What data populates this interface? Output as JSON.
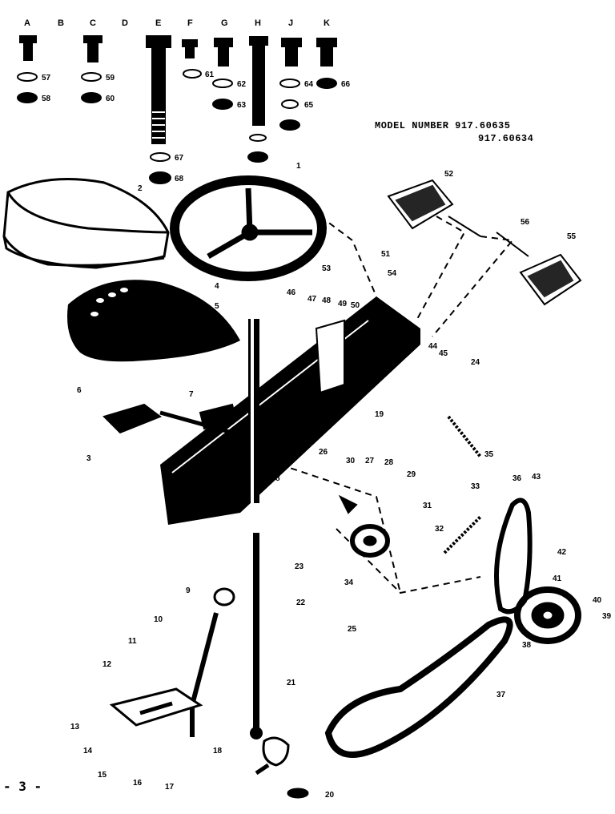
{
  "header": {
    "model_label": "MODEL NUMBER 917.60635",
    "model_alt": "917.60634"
  },
  "footer": {
    "page_number": "- 3 -"
  },
  "hardware_row": {
    "letters": [
      "A",
      "B",
      "C",
      "D",
      "E",
      "F",
      "G",
      "H",
      "J",
      "K"
    ],
    "washer_labels": [
      "57",
      "58",
      "59",
      "60",
      "61",
      "62",
      "63",
      "64",
      "65",
      "66",
      "67",
      "68"
    ]
  },
  "callouts": [
    "1",
    "2",
    "3",
    "4",
    "5",
    "6",
    "7",
    "8",
    "9",
    "10",
    "11",
    "12",
    "13",
    "14",
    "15",
    "16",
    "17",
    "18",
    "19",
    "20",
    "21",
    "22",
    "23",
    "24",
    "25",
    "26",
    "27",
    "28",
    "29",
    "30",
    "31",
    "32",
    "33",
    "34",
    "35",
    "36",
    "37",
    "38",
    "39",
    "40",
    "41",
    "42",
    "43",
    "44",
    "45",
    "46",
    "47",
    "48",
    "49",
    "50",
    "51",
    "52",
    "53",
    "54",
    "55",
    "56"
  ]
}
